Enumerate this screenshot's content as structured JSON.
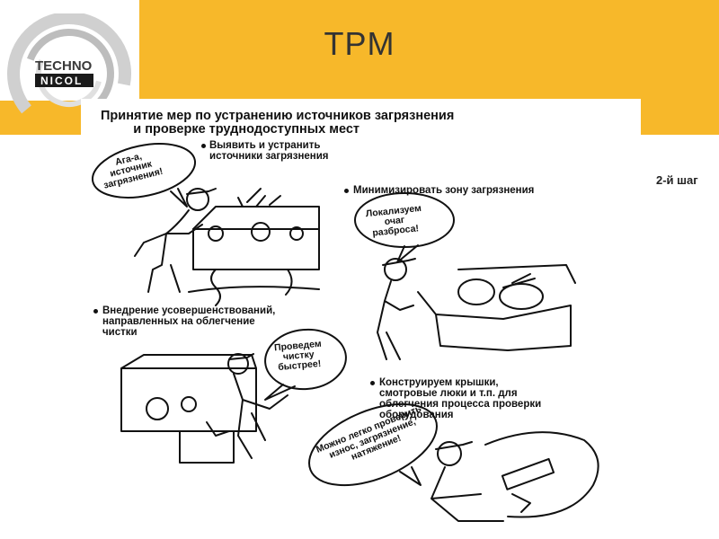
{
  "slide": {
    "title": "TPM",
    "step_label": "2-й шаг"
  },
  "logo": {
    "line1": "TECHNO",
    "line2": "NICOL"
  },
  "poster": {
    "heading": "Принятие мер по устранению источников загрязнения\n         и проверке труднодоступных мест",
    "bullets": [
      "Выявить и устранить\nисточники загрязнения",
      "Минимизировать зону загрязнения",
      "Внедрение усовершенствований,\nнаправленных на облегчение\nчистки",
      "Конструируем крышки,\nсмотровые люки и т.п. для\nоблегчения процесса проверки\nоборудования"
    ],
    "speech_bubbles": [
      "Ага-а,\nисточник\nзагрязнения!",
      "Локализуем\nочаг\nразброса!",
      "Проведем\nчистку\nбыстрее!",
      "Можно легко проверить\nизнос, загрязнение,\nнатяжение!"
    ]
  },
  "colors": {
    "header_band": "#f7b82a",
    "logo_ring": "#c0c0c0",
    "logo_block": "#1a1a1a"
  }
}
